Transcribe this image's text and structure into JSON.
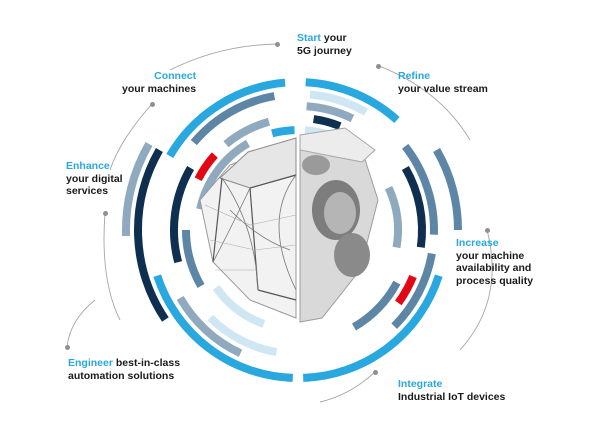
{
  "labels": {
    "start": {
      "highlight": "Start",
      "rest_line1": "your",
      "rest_line2": "5G journey"
    },
    "refine": {
      "highlight": "Refine",
      "rest": "your value stream"
    },
    "connect": {
      "highlight": "Connect",
      "rest": "your machines"
    },
    "enhance": {
      "highlight": "Enhance",
      "rest_line1": "your digital",
      "rest_line2": "services"
    },
    "increase": {
      "highlight": "Increase",
      "rest_line1": "your machine",
      "rest_line2": "availability and",
      "rest_line3": "process quality"
    },
    "engineer": {
      "highlight": "Engineer",
      "rest_inline": "best-in-class",
      "rest_line2": "automation solutions"
    },
    "integrate": {
      "highlight": "Integrate",
      "rest": "Industrial IoT devices"
    }
  },
  "colors": {
    "light_blue": "#29a7df",
    "pale_blue": "#cfe6f3",
    "mid_blue": "#5d86a6",
    "steel": "#8fa9bf",
    "dark_navy": "#0e2f4f",
    "red": "#e30613",
    "connector": "#a6a6a6"
  }
}
